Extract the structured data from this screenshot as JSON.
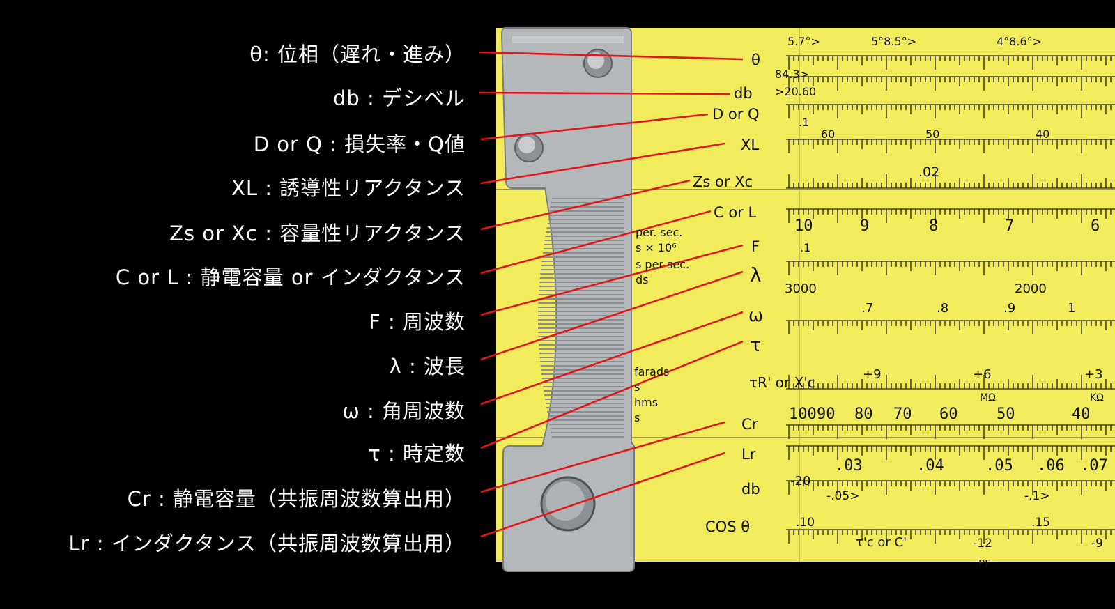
{
  "annotations": [
    {
      "label": "θ: 位相（遅れ・進み）"
    },
    {
      "label": "db : デシベル"
    },
    {
      "label": "D or Q : 損失率・Q値"
    },
    {
      "label": "XL : 誘導性リアクタンス"
    },
    {
      "label": "Zs or Xc : 容量性リアクタンス"
    },
    {
      "label": "C or L : 静電容量 or インダクタンス"
    },
    {
      "label": "F : 周波数"
    },
    {
      "label": "λ : 波長"
    },
    {
      "label": "ω : 角周波数"
    },
    {
      "label": "τ  : 時定数"
    },
    {
      "label": "Cr : 静電容量（共振周波数算出用）"
    },
    {
      "label": "Lr : インダクタンス（共振周波数算出用）"
    }
  ],
  "rule_labels": [
    "θ",
    "db",
    "D or Q",
    "XL",
    "Zs or Xc",
    "C or L",
    "F",
    "λ",
    "ω",
    "τ",
    "Cr",
    "Lr",
    "db",
    "COS θ"
  ],
  "scale_numbers": {
    "theta": [
      "5.7°>",
      "5°8.5°>",
      "4°8.6°>"
    ],
    "db": [
      "84.3>",
      ">20.60"
    ],
    "dq": [
      ".1",
      "60",
      "50",
      "40"
    ],
    "xl": [
      ".02"
    ],
    "cl": [
      "10",
      "9",
      "8",
      "7",
      "6"
    ],
    "f": [
      ".1",
      "3000",
      "2000"
    ],
    "omega": [
      ".7",
      ".8",
      ".9",
      "1"
    ],
    "tr": [
      "τR' or X'c",
      "+9",
      "+6",
      "+3",
      "MΩ",
      "KΩ"
    ],
    "cr": [
      "100",
      "90",
      "80",
      "70",
      "60",
      "50",
      "40"
    ],
    "lr": [
      ".03",
      ".04",
      ".05",
      ".06",
      ".07"
    ],
    "db2": [
      "-20",
      "-.05>",
      "-.1>"
    ],
    "cos": [
      ".10",
      ".15",
      "τ'c or C'",
      "-12",
      "-9",
      "PF"
    ]
  },
  "side_text": [
    "per. sec.",
    "s × 10⁶",
    "s per sec.",
    "ds",
    "farads",
    "s",
    "hms",
    "s"
  ],
  "colors": {
    "background": "#000000",
    "rule": "#f2ec5c",
    "leader": "#e0161b",
    "metal": "#b9bcbf",
    "text": "#ffffff"
  }
}
